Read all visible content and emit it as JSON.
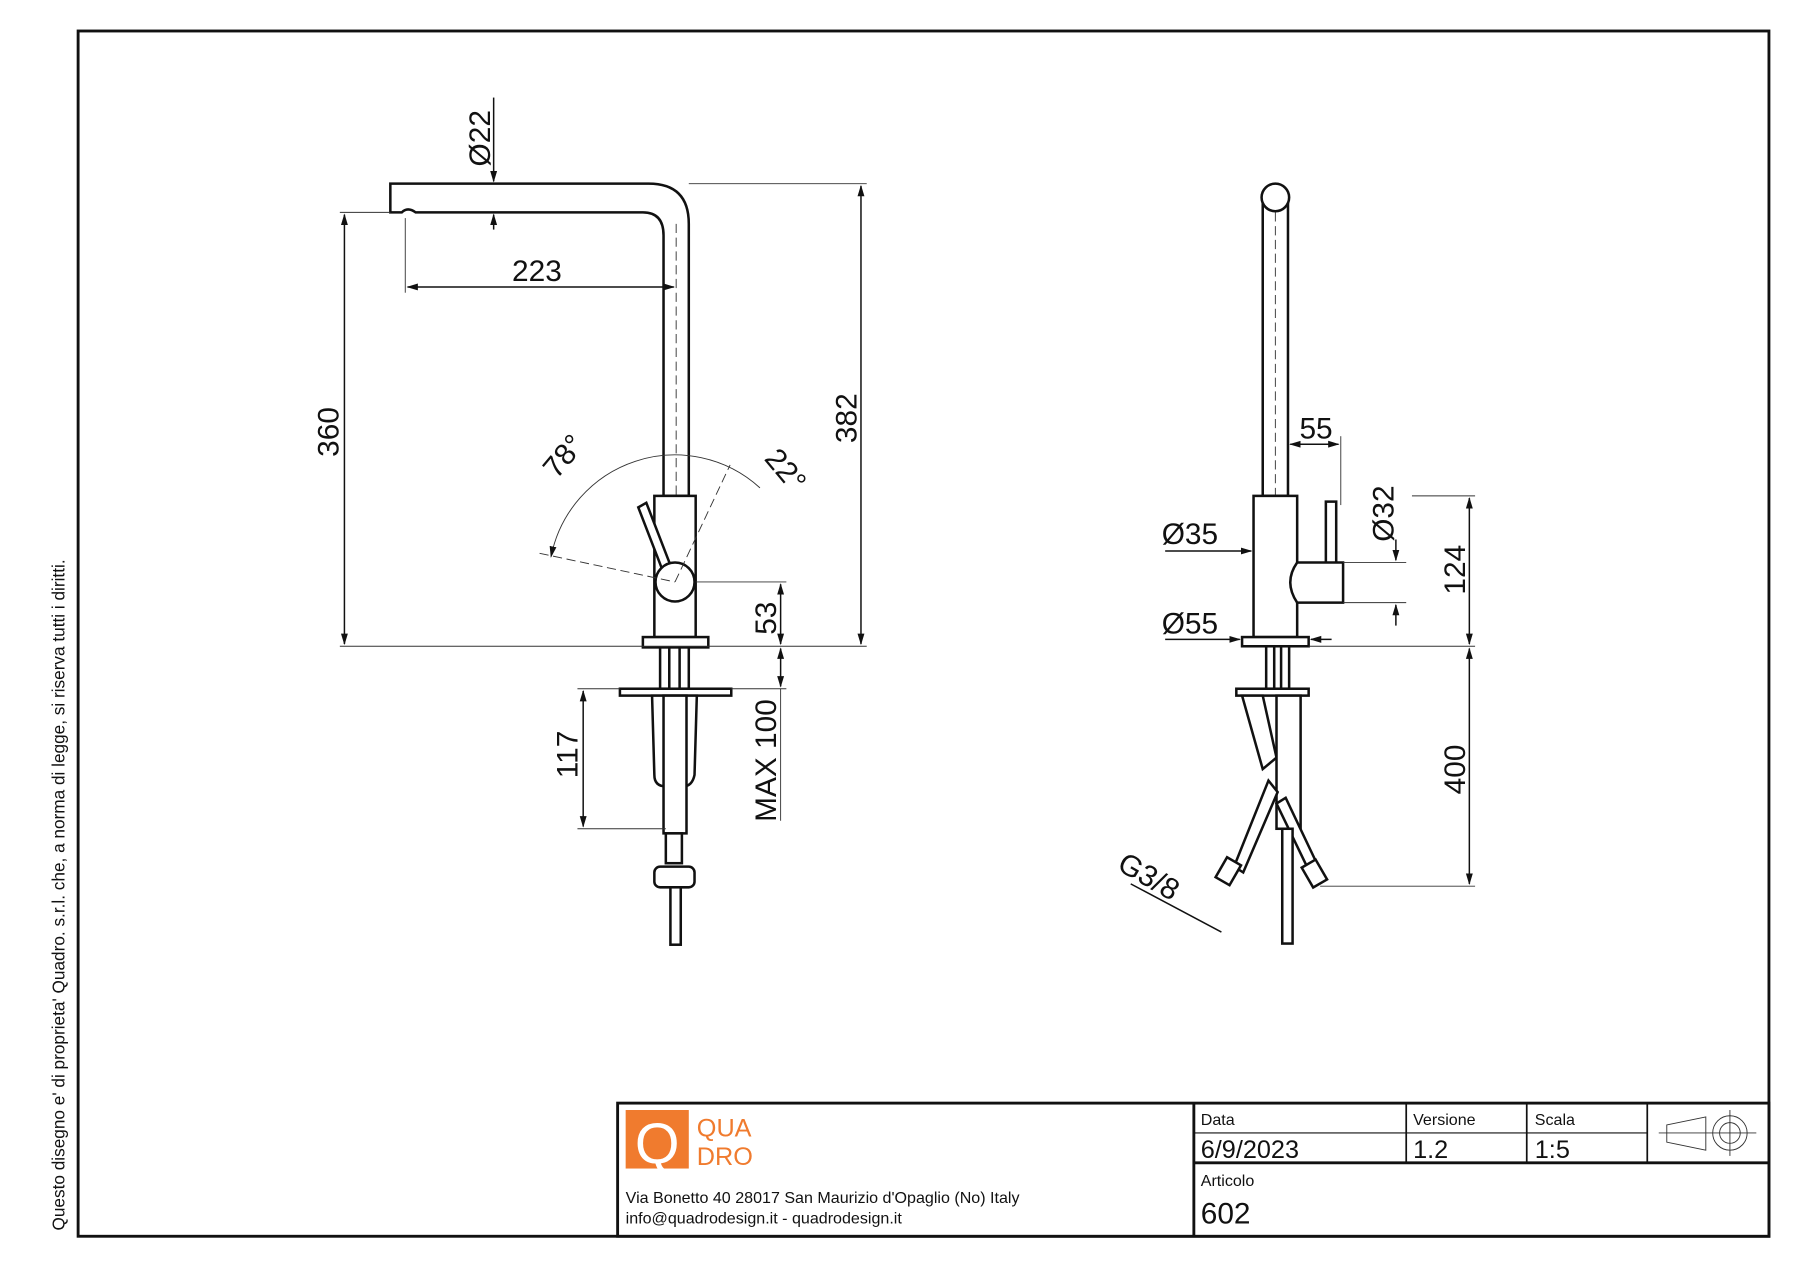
{
  "side_notice": "Questo disegno e' di proprieta' Quadro. s.r.l. che, a norma di legge, si riserva tutti i diritti.",
  "front_view": {
    "dia_spout": "22",
    "reach": "223",
    "height_spout": "360",
    "height_total": "382",
    "angle_left": "78°",
    "angle_right": "22°",
    "handle_height": "53",
    "max_deck": "MAX 100",
    "shank": "117"
  },
  "side_view": {
    "offset": "55",
    "dia_handle": "32",
    "dia_body": "35",
    "dia_base": "55",
    "body_height": "124",
    "hose_length": "400",
    "thread": "G3/8",
    "dia_symbol": "Ø"
  },
  "title_block": {
    "logo_top": "QUA",
    "logo_bottom": "DRO",
    "logo_letter": "Q",
    "address": "Via Bonetto 40  28017 San Maurizio d'Opaglio (No) Italy",
    "contact": "info@quadrodesign.it  -  quadrodesign.it",
    "date_label": "Data",
    "date_value": "6/9/2023",
    "version_label": "Versione",
    "version_value": "1.2",
    "scale_label": "Scala",
    "scale_value": "1:5",
    "article_label": "Articolo",
    "article_value": "602",
    "brand_color": "#f07b2e"
  }
}
